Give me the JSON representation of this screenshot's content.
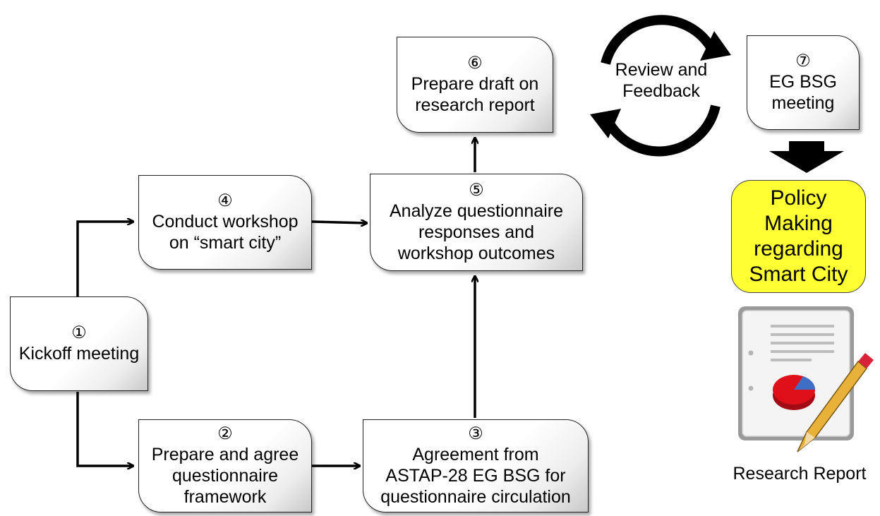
{
  "steps": {
    "s1": {
      "num": "①",
      "lines": [
        "Kickoff meeting"
      ]
    },
    "s2": {
      "num": "②",
      "lines": [
        "Prepare and agree",
        "questionnaire",
        "framework"
      ]
    },
    "s3": {
      "num": "③",
      "lines": [
        "Agreement from",
        "ASTAP-28 EG BSG for",
        "questionnaire circulation"
      ]
    },
    "s4": {
      "num": "④",
      "lines": [
        "Conduct workshop",
        "on “smart city”"
      ]
    },
    "s5": {
      "num": "⑤",
      "lines": [
        "Analyze questionnaire",
        "responses and",
        "workshop outcomes"
      ]
    },
    "s6": {
      "num": "⑥",
      "lines": [
        "Prepare draft on",
        "research report"
      ]
    },
    "s7": {
      "num": "⑦",
      "lines": [
        "EG BSG",
        "meeting"
      ]
    }
  },
  "cycle": {
    "lines": [
      "Review and",
      "Feedback"
    ]
  },
  "policy": {
    "lines": [
      "Policy",
      "Making",
      "regarding",
      "Smart City"
    ]
  },
  "report_caption": "Research Report",
  "colors": {
    "policy_fill": "#ffff33",
    "arrow": "#000000",
    "report_pie": "#e0101a",
    "report_pie_accent": "#3f6fc4",
    "pencil": "#e8b23a"
  }
}
